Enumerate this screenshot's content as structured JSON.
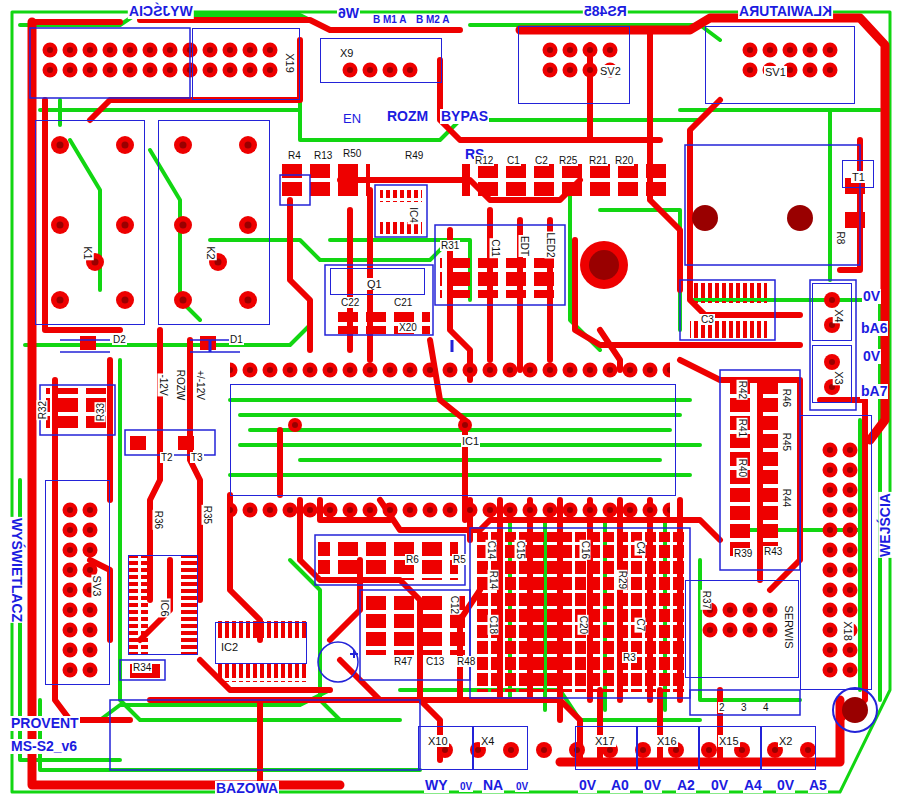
{
  "diagram": {
    "nodes": [
      {
        "text": [
          "X19"
        ]
      },
      {
        "text": [
          "X9"
        ]
      },
      {
        "text": [
          "SV2"
        ]
      },
      {
        "text": [
          "SV1"
        ]
      },
      {
        "text": [
          "K1"
        ]
      },
      {
        "text": [
          "K2"
        ]
      },
      {
        "text": [
          "Q1"
        ]
      },
      {
        "text": [
          "T1"
        ]
      },
      {
        "text": [
          "X4"
        ]
      },
      {
        "text": [
          "X3"
        ]
      },
      {
        "text": [
          "IC1"
        ]
      },
      {
        "text": [
          "SV3"
        ]
      },
      {
        "text": [
          "IC6"
        ]
      },
      {
        "text": [
          "IC2"
        ]
      },
      {
        "text": [
          "X18"
        ]
      },
      {
        "text": [
          "SERWIS"
        ]
      },
      {
        "text": [
          "X10"
        ]
      },
      {
        "text": [
          "X4"
        ]
      },
      {
        "text": [
          "X17"
        ]
      },
      {
        "text": [
          "X16"
        ]
      },
      {
        "text": [
          "X15"
        ]
      },
      {
        "text": [
          "X2"
        ]
      }
    ],
    "labels": [
      "WYJŚCIA",
      "W6",
      "B M1 A",
      "B M2 A",
      "RS485",
      "KLAWIATURA",
      "EN",
      "ROZM",
      "BYPAS",
      "RS",
      "0V",
      "bA6",
      "0V",
      "bA7",
      "WEJŚCIA",
      "WYŚWIETLACZ",
      "PROVENT",
      "MS-S2_v6",
      "BAZOWA",
      "WY",
      "0V",
      "NA",
      "0V",
      "0V",
      "A0",
      "0V",
      "A2",
      "0V",
      "A4",
      "0V",
      "A5",
      "2",
      "3",
      "4",
      "D2",
      "D1",
      "R32",
      "R33",
      "-12V",
      "ROZW",
      "+/-12V",
      "T2",
      "T3",
      "R36",
      "R35",
      "R34",
      "R4",
      "R13",
      "R50",
      "R49",
      "IC4",
      "R12",
      "C1",
      "C2",
      "R25",
      "R21",
      "R20",
      "R31",
      "C11",
      "EDT",
      "LED2",
      "C22",
      "C21",
      "X20",
      "C3",
      "R8",
      "R42",
      "R46",
      "R41",
      "R45",
      "R40",
      "R44",
      "R39",
      "R43",
      "R37",
      "R6",
      "R5",
      "C14",
      "C15",
      "C16",
      "C4",
      "R14",
      "R29",
      "C18",
      "C20",
      "C7",
      "C12",
      "R47",
      "C13",
      "R48",
      "R3"
    ]
  }
}
